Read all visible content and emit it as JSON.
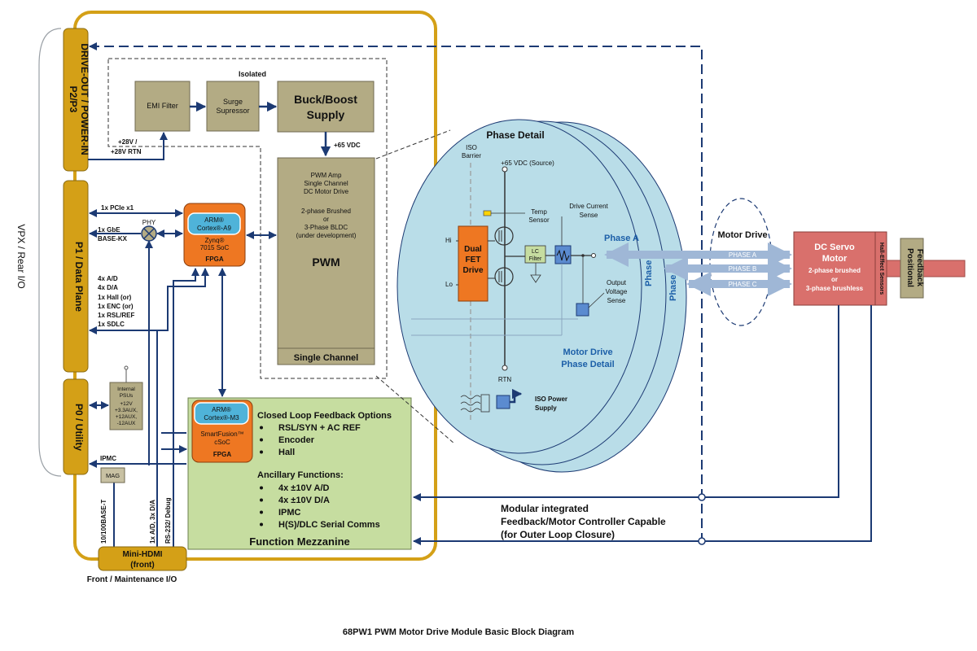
{
  "caption": "68PW1 PWM Motor Drive Module Basic Block Diagram",
  "vpx_label": "VPX / Rear I/O",
  "connectors": {
    "p2p3_l1": "P2/P3",
    "p2p3_l2": "DRIVE-OUT / POWER-IN",
    "p1": "P1 / Data Plane",
    "p0": "P0 / Utility"
  },
  "power": {
    "isolated": "Isolated",
    "emi": "EMI Filter",
    "surge_l1": "Surge",
    "surge_l2": "Supressor",
    "buck_l1": "Buck/Boost",
    "buck_l2": "Supply",
    "plus28_l1": "+28V /",
    "plus28_l2": "+28V RTN",
    "plus65": "+65 VDC"
  },
  "pwm_box": {
    "l1": "PWM Amp",
    "l2": "Single Channel",
    "l3": "DC Motor Drive",
    "l4": "2-phase Brushed",
    "l5": "or",
    "l6": "3-Phase BLDC",
    "l7": "(under development)",
    "title": "PWM",
    "footer": "Single Channel"
  },
  "zynq": {
    "arm_l1": "ARM®",
    "arm_l2": "Cortex®-A9",
    "soc_l1": "Zynq®",
    "soc_l2": "7015 SoC",
    "fpga": "FPGA"
  },
  "sf": {
    "arm_l1": "ARM®",
    "arm_l2": "Cortex®-M3",
    "soc_l1": "SmartFusion™",
    "soc_l2": "cSoC",
    "fpga": "FPGA"
  },
  "p1_signals": {
    "pcie": "1x PCIe x1",
    "gbe_l1": "1x GbE",
    "gbe_l2": "BASE-KX",
    "phy": "PHY",
    "ad": "4x A/D",
    "da": "4x D/A",
    "hall": "1x Hall (or)",
    "enc": "1x ENC (or)",
    "rsl": "1x RSL/REF",
    "sdlc": "1x SDLC"
  },
  "psu": {
    "l1": "Internal",
    "l2": "PSUs",
    "l3": "+12V",
    "l4": "+3.3AUX,",
    "l5": "+12AUX,",
    "l6": "-12AUX"
  },
  "ipmc": "IPMC",
  "mag": "MAG",
  "front_signals": {
    "ethernet": "10/100BASE-T",
    "ad_da": "1x A/D, 3x D/A",
    "rs232": "RS-232/ Debug"
  },
  "minihdmi_l1": "Mini-HDMI",
  "minihdmi_l2": "(front)",
  "front_io": "Front / Maintenance I/O",
  "mezz": {
    "fb_title": "Closed Loop Feedback Options",
    "fb_items": [
      "RSL/SYN + AC REF",
      "Encoder",
      "Hall"
    ],
    "anc_title": "Ancillary Functions:",
    "anc_items": [
      "4x ±10V A/D",
      "4x ±10V D/A",
      "IPMC",
      "H(S)/DLC Serial Comms"
    ],
    "title": "Function Mezzanine"
  },
  "phase": {
    "title": "Phase Detail",
    "iso_l1": "ISO",
    "iso_l2": "Barrier",
    "source": "+65 VDC (Source)",
    "temp_l1": "Temp",
    "temp_l2": "Sensor",
    "dcs_l1": "Drive Current",
    "dcs_l2": "Sense",
    "hi": "Hi",
    "lo": "Lo",
    "fet_l1": "Dual",
    "fet_l2": "FET",
    "fet_l3": "Drive",
    "lc_l1": "LC",
    "lc_l2": "Filter",
    "phase_a": "Phase A",
    "phase_b": "Phase B",
    "phase_c": "Phase C",
    "ovs_l1": "Output",
    "ovs_l2": "Voltage",
    "ovs_l3": "Sense",
    "mdpd_l1": "Motor Drive",
    "mdpd_l2": "Phase Detail",
    "rtn": "RTN",
    "isops_l1": "ISO Power",
    "isops_l2": "Supply"
  },
  "motor_drive": "Motor Drive",
  "phase_arrows": [
    "PHASE A",
    "PHASE B",
    "PHASE C"
  ],
  "servo": {
    "l1": "DC Servo",
    "l2": "Motor",
    "l3": "2-phase brushed",
    "l4": "or",
    "l5": "3-phase brushless",
    "hall": "Hall-Effect Sensors"
  },
  "positional_l1": "Positional",
  "positional_l2": "Feedback",
  "modular": [
    "Modular integrated",
    "Feedback/Motor Controller Capable",
    "(for Outer Loop Closure)"
  ],
  "colors": {
    "gold": "#d4a017",
    "olive": "#b3ab84",
    "navy": "#1c3a73",
    "disc": "#b9dde8",
    "green": "#c6dda0",
    "orange": "#ee7722",
    "cyan": "#4fb3d9",
    "motor": "#d9706c",
    "shaft": "#d9706c",
    "phase_arrow": "#9fb7d6",
    "mag": "#c8c1a3"
  }
}
